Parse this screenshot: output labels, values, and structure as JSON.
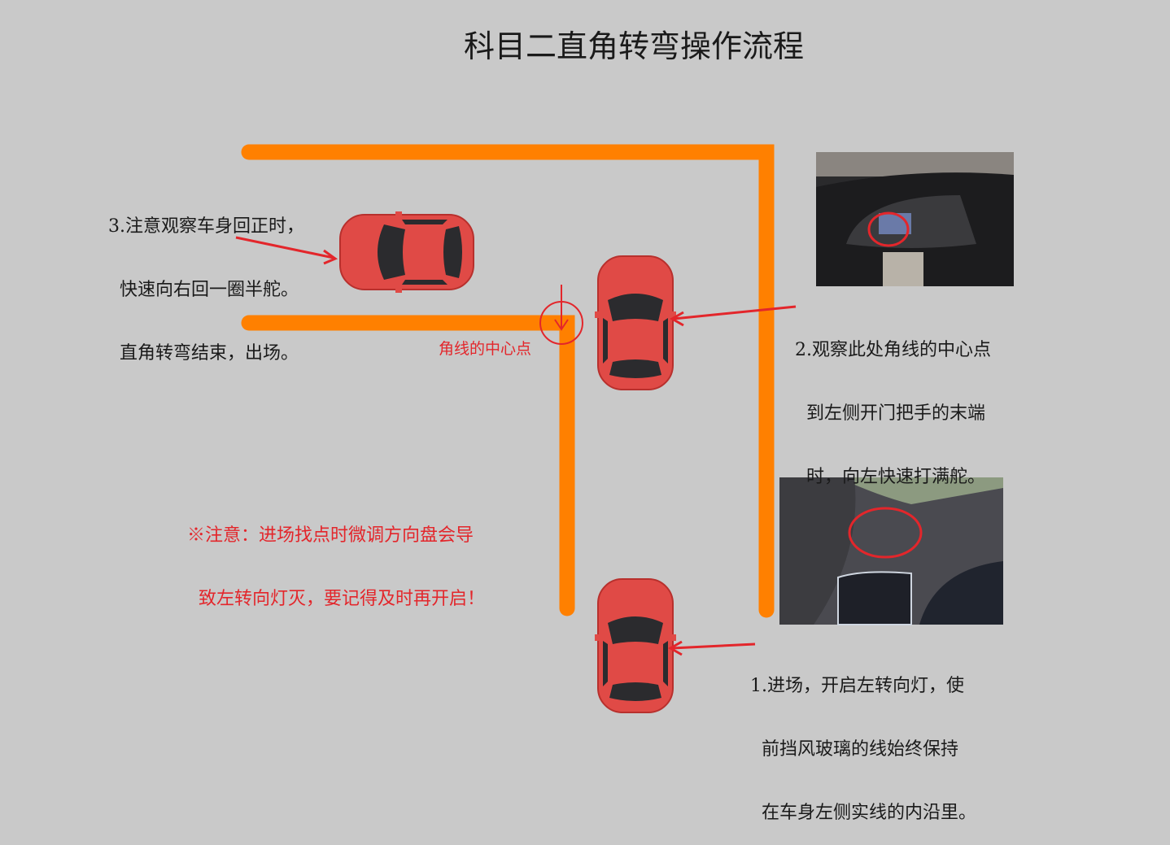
{
  "title": "科目二直角转弯操作流程",
  "steps": [
    {
      "lines": [
        "1.进场，开启左转向灯，使",
        "  前挡风玻璃的线始终保持",
        "  在车身左侧实线的内沿里。"
      ]
    },
    {
      "lines": [
        "2.观察此处角线的中心点",
        "  到左侧开门把手的末端",
        "  时，向左快速打满舵。"
      ]
    },
    {
      "lines": [
        "3.注意观察车身回正时，",
        "  快速向右回一圈半舵。",
        "  直角转弯结束，出场。"
      ]
    }
  ],
  "corner_label": "角线的中心点",
  "warning": {
    "lines": [
      "※注意：进场找点时微调方向盘会导",
      "  致左转向灯灭，要记得及时再开启！"
    ]
  },
  "colors": {
    "lane_line": "#ff8000",
    "car": "#e04a46",
    "annotation": "#e3262b",
    "background": "#c9c9c9"
  }
}
